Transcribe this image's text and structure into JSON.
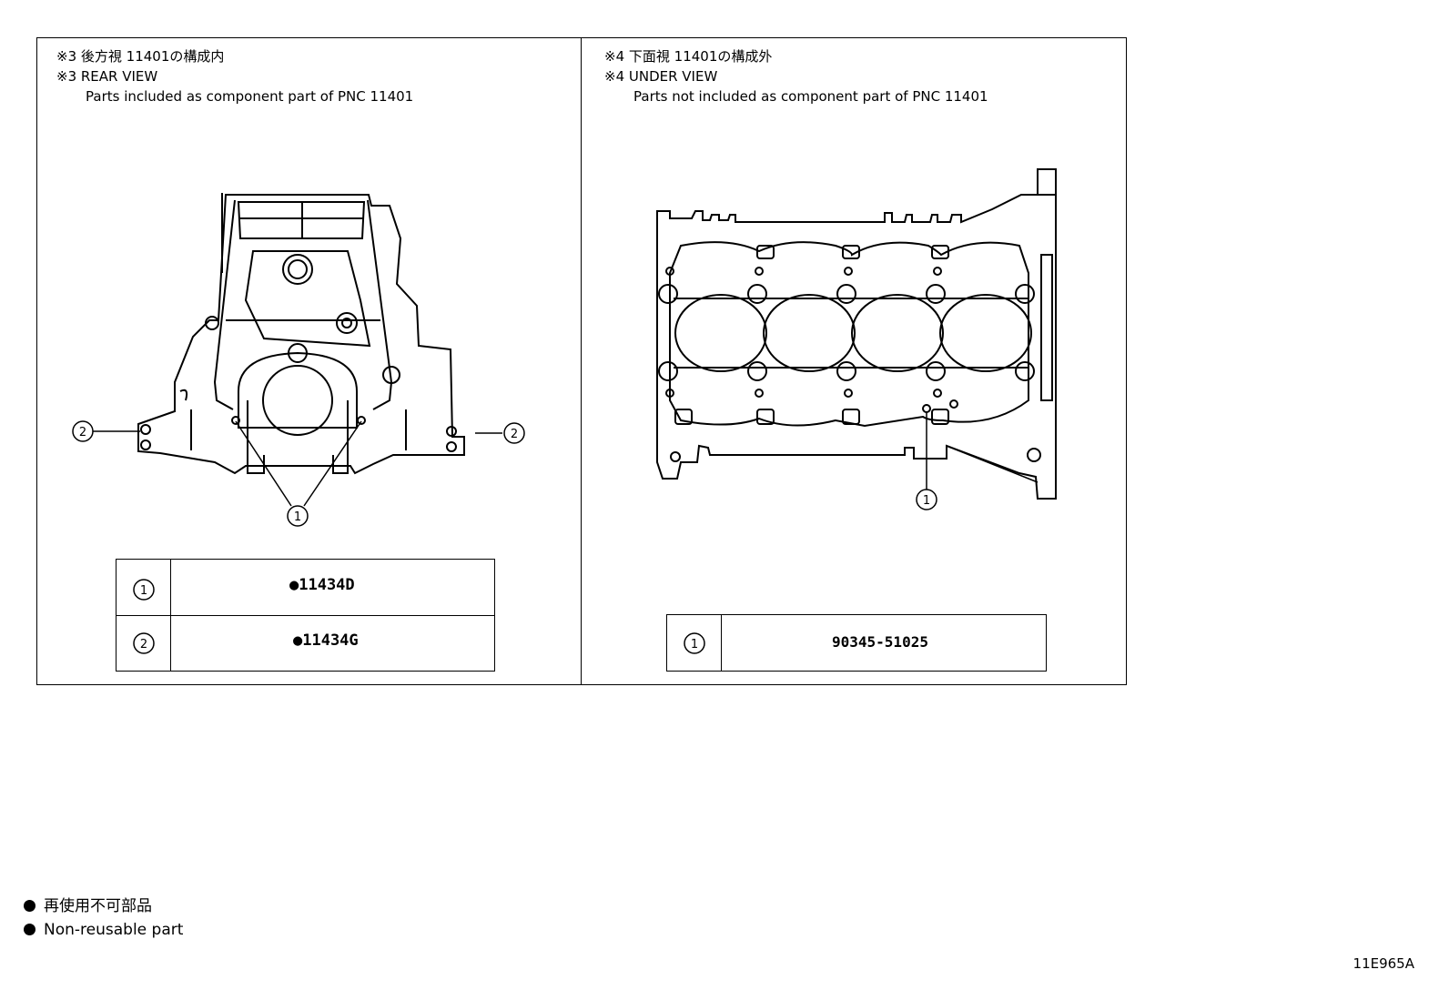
{
  "left_panel": {
    "title_jp": "※3 後方視 11401の構成内",
    "title_en": "※3 REAR VIEW",
    "subtitle": "Parts included as component part of PNC 11401",
    "callout_1": "1",
    "callout_2": "2",
    "parts": [
      {
        "callout": "1",
        "part_number": "●11434D"
      },
      {
        "callout": "2",
        "part_number": "●11434G"
      }
    ]
  },
  "right_panel": {
    "title_jp": "※4 下面視 11401の構成外",
    "title_en": "※4 UNDER VIEW",
    "subtitle": "Parts not included as component part of PNC 11401",
    "callout_1": "1",
    "parts": [
      {
        "callout": "1",
        "part_number": "90345-51025"
      }
    ]
  },
  "legend": {
    "jp": "再使用不可部品",
    "en": "Non-reusable part"
  },
  "illustration_code": "11E965A"
}
